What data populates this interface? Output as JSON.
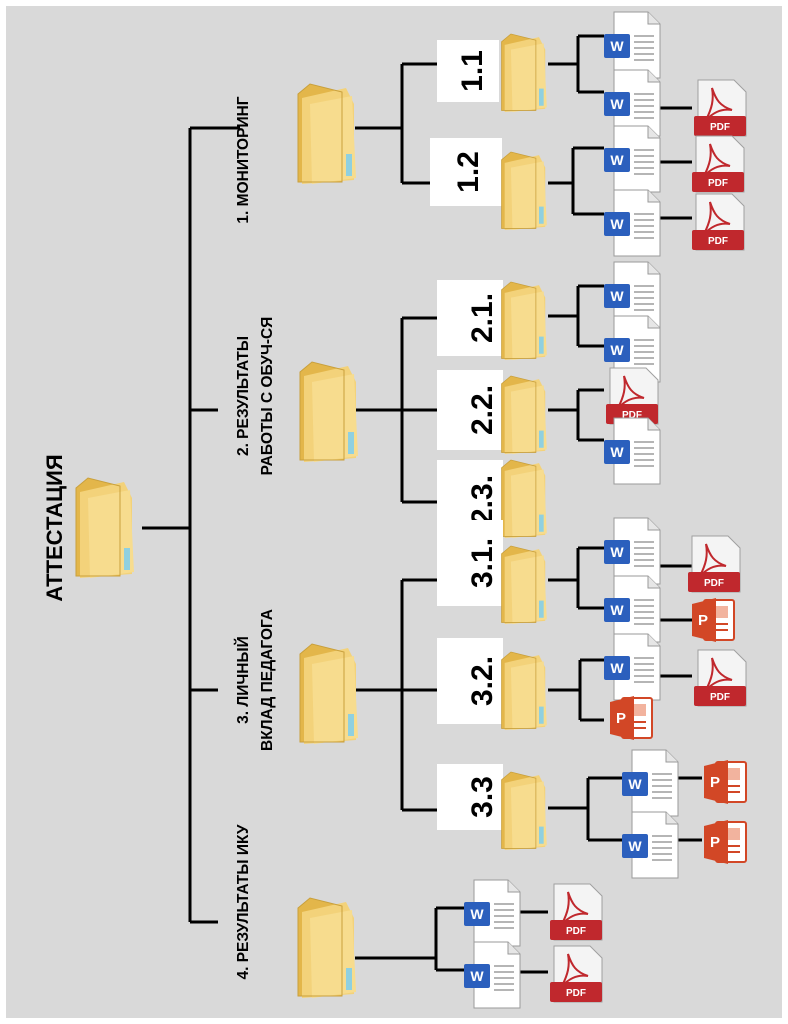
{
  "root": {
    "label": "АТТЕСТАЦИЯ",
    "icon": "folder-icon"
  },
  "categories": [
    {
      "label": "1. МОНИТОРИНГ",
      "icon": "folder-icon",
      "subfolders": [
        {
          "label": "1.1",
          "files": [
            "word-icon",
            "word-icon",
            "pdf-icon"
          ]
        },
        {
          "label": "1.2",
          "files": [
            "word-icon",
            "pdf-icon",
            "word-icon",
            "pdf-icon"
          ]
        }
      ]
    },
    {
      "label_line1": "2. РЕЗУЛЬТАТЫ",
      "label_line2": "РАБОТЫ С ОБУЧ-СЯ",
      "icon": "folder-icon",
      "subfolders": [
        {
          "label": "2.1.",
          "files": [
            "word-icon",
            "word-icon"
          ]
        },
        {
          "label": "2.2.",
          "files": [
            "pdf-icon",
            "word-icon"
          ]
        },
        {
          "label": "2.3.",
          "files": []
        }
      ]
    },
    {
      "label_line1": "3. ЛИЧНЫЙ",
      "label_line2": "ВКЛАД ПЕДАГОГА",
      "icon": "folder-icon",
      "subfolders": [
        {
          "label": "3.1.",
          "files": [
            "word-icon",
            "pdf-icon",
            "word-icon",
            "powerpoint-icon"
          ]
        },
        {
          "label": "3.2.",
          "files": [
            "word-icon",
            "pdf-icon",
            "powerpoint-icon"
          ]
        },
        {
          "label": "3.3",
          "files": [
            "word-icon",
            "powerpoint-icon",
            "word-icon",
            "powerpoint-icon"
          ]
        }
      ]
    },
    {
      "label": "4. РЕЗУЛЬТАТЫ ИКУ",
      "icon": "folder-icon",
      "files": [
        "word-icon",
        "pdf-icon",
        "word-icon",
        "pdf-icon"
      ]
    }
  ],
  "file_badges": {
    "word": "W",
    "pdf": "PDF",
    "powerpoint": "P"
  },
  "colors": {
    "background": "#d9d9d9",
    "word": "#2b5fbd",
    "pdf": "#c0282d",
    "powerpoint": "#d24726",
    "folder": "#f0c85a"
  }
}
